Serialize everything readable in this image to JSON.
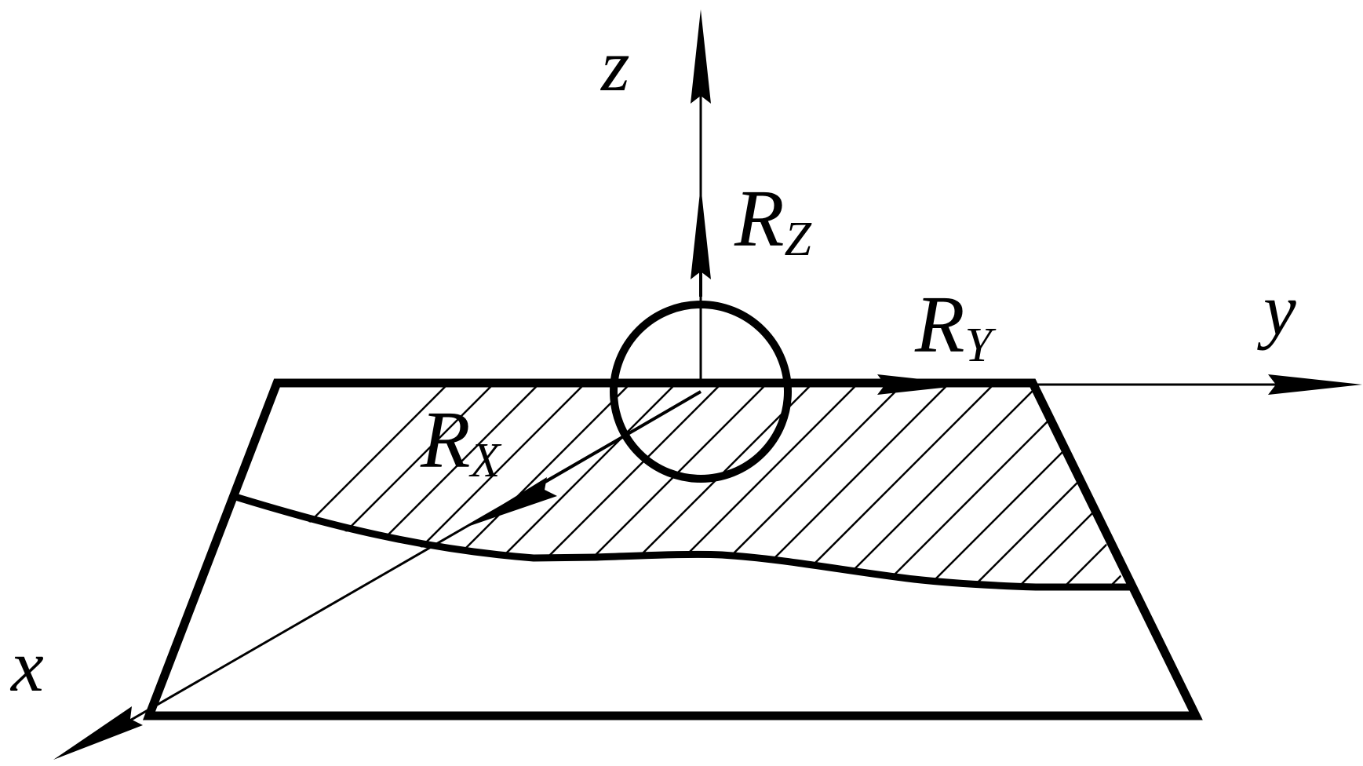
{
  "labels": {
    "z_axis": "z",
    "y_axis": "y",
    "x_axis": "x",
    "rz_main": "R",
    "rz_sub": "Z",
    "ry_main": "R",
    "ry_sub": "Y",
    "rx_main": "R",
    "rx_sub": "X"
  },
  "colors": {
    "stroke": "#000000",
    "background": "#ffffff"
  }
}
